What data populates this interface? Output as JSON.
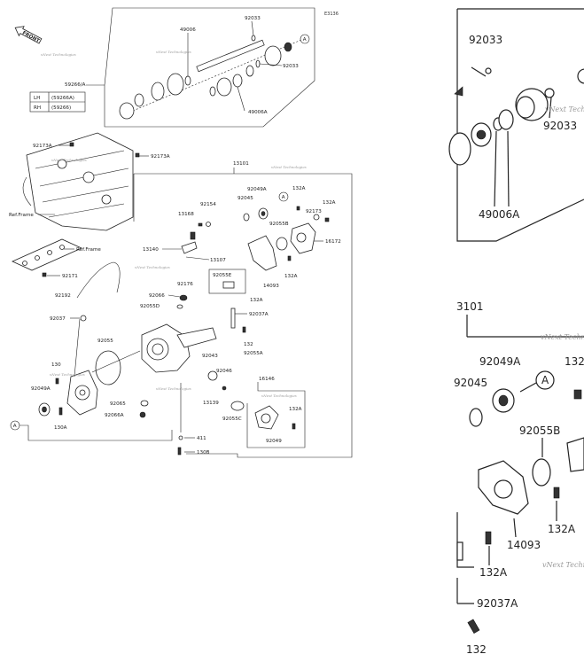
{
  "diagram_code": "E3136",
  "front_label": "FRONT",
  "watermark": "vNext Technologies",
  "ref_labels": {
    "frame_1": "Ref.Frame",
    "frame_2": "Ref.Frame"
  },
  "callout_marker": "A",
  "side_table": [
    {
      "side": "LH",
      "part": "(59266A)"
    },
    {
      "side": "RH",
      "part": "(59266)"
    }
  ],
  "parts": {
    "p_92033_top": "92033",
    "p_49006": "49006",
    "p_92033_right": "92033",
    "p_59266A": "59266/A",
    "p_49006A": "49006A",
    "p_92173A_1": "92173A",
    "p_92173A_2": "92173A",
    "p_13101": "13101",
    "p_92049A_top": "92049A",
    "p_132A_1": "132A",
    "p_92045": "92045",
    "p_92154": "92154",
    "p_13168": "13168",
    "p_132A_2": "132A",
    "p_92173": "92173",
    "p_92055B": "92055B",
    "p_16172": "16172",
    "p_13140": "13140",
    "p_13107": "13107",
    "p_132A_3": "132A",
    "p_14093": "14093",
    "p_92171": "92171",
    "p_92055E": "92055E",
    "p_92176": "92176",
    "p_92192": "92192",
    "p_92066": "92066",
    "p_132A_4": "132A",
    "p_92055D": "92055D",
    "p_92037A": "92037A",
    "p_92037": "92037",
    "p_132": "132",
    "p_92055": "92055",
    "p_92055A": "92055A",
    "p_92043": "92043",
    "p_130": "130",
    "p_92046": "92046",
    "p_16146": "16146",
    "p_92049A_left": "92049A",
    "p_92065": "92065",
    "p_13139": "13139",
    "p_132A_5": "132A",
    "p_92066A": "92066A",
    "p_92055C": "92055C",
    "p_130A": "130A",
    "p_92049": "92049",
    "p_411": "411",
    "p_130B": "130B"
  },
  "zoom": {
    "p_92033_a": "92033",
    "p_92033_b": "92033",
    "p_49006A": "49006A",
    "p_13101": "3101",
    "p_92049A": "92049A",
    "p_132_partial": "132",
    "p_92045": "92045",
    "p_92055B": "92055B",
    "p_132A_1": "132A",
    "p_14093": "14093",
    "p_132A_2": "132A",
    "p_92037A": "92037A",
    "p_132": "132"
  }
}
